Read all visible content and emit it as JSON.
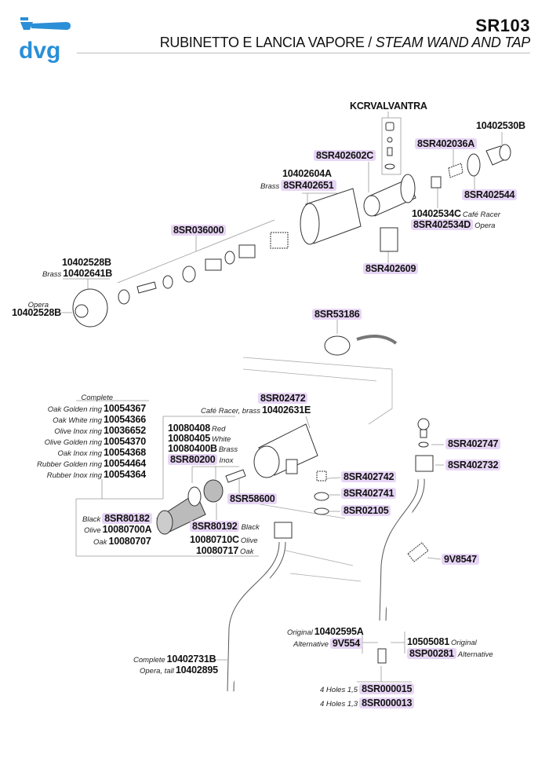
{
  "header": {
    "logo_text": "dvg",
    "model": "SR103",
    "title_it": "RUBINETTO E LANCIA VAPORE",
    "separator": " / ",
    "title_en": "STEAM WAND AND TAP"
  },
  "colors": {
    "logo": "#2a8fd6",
    "highlight": "#e7d5f5"
  },
  "labels": [
    {
      "code": "KCRVALVANTRA"
    },
    {
      "code": "10402530B"
    },
    {
      "code": "8SR402036A",
      "hl": true
    },
    {
      "code": "8SR402602C",
      "hl": true
    },
    {
      "code": "10402604A"
    },
    {
      "pre": "Brass",
      "code": "8SR402651",
      "hl": true
    },
    {
      "code": "8SR402544",
      "hl": true
    },
    {
      "code": "10402534C",
      "post": "Café Racer"
    },
    {
      "code": "8SR402534D",
      "post": "Opera",
      "hl": true
    },
    {
      "code": "8SR036000",
      "hl": true
    },
    {
      "code": "10402528B"
    },
    {
      "pre": "Brass",
      "code": "10402641B"
    },
    {
      "code": "8SR402609",
      "hl": true
    },
    {
      "pre": "Opera"
    },
    {
      "code": "10402528B"
    },
    {
      "code": "8SR53186",
      "hl": true
    },
    {
      "pre": "Complete"
    },
    {
      "pre": "Oak Golden ring",
      "code": "10054367"
    },
    {
      "pre": "Oak White ring",
      "code": "10054366"
    },
    {
      "pre": "Olive Inox ring",
      "code": "10036652"
    },
    {
      "pre": "Olive Golden ring",
      "code": "10054370"
    },
    {
      "pre": "Oak Inox ring",
      "code": "10054368"
    },
    {
      "pre": "Rubber Golden ring",
      "code": "10054464"
    },
    {
      "pre": "Rubber Inox ring",
      "code": "10054364"
    },
    {
      "code": "8SR02472",
      "hl": true
    },
    {
      "pre": "Café Racer, brass",
      "code": "10402631E"
    },
    {
      "code": "10080408",
      "post": "Red"
    },
    {
      "code": "10080405",
      "post": "White"
    },
    {
      "code": "10080400B",
      "post": "Brass"
    },
    {
      "code": "8SR80200",
      "post": "Inox",
      "hl": true
    },
    {
      "code": "8SR402747",
      "hl": true
    },
    {
      "code": "8SR402732",
      "hl": true
    },
    {
      "code": "8SR402742",
      "hl": true
    },
    {
      "code": "8SR58600",
      "hl": true
    },
    {
      "code": "8SR402741",
      "hl": true
    },
    {
      "code": "8SR02105",
      "hl": true
    },
    {
      "pre": "Black",
      "code": "8SR80182",
      "hl": true
    },
    {
      "pre": "Olive",
      "code": "10080700A"
    },
    {
      "pre": "Oak",
      "code": "10080707"
    },
    {
      "code": "8SR80192",
      "post": "Black",
      "hl": true
    },
    {
      "code": "10080710C",
      "post": "Olive"
    },
    {
      "code": "10080717",
      "post": "Oak"
    },
    {
      "code": "9V8547",
      "hl": true
    },
    {
      "pre": "Original",
      "code": "10402595A"
    },
    {
      "pre": "Alternative",
      "code": "9V554",
      "hl": true
    },
    {
      "code": "10505081",
      "post": "Original"
    },
    {
      "code": "8SP00281",
      "post": "Alternative",
      "hl": true
    },
    {
      "pre": "Complete",
      "code": "10402731B"
    },
    {
      "pre": "Opera, tall",
      "code": "10402895"
    },
    {
      "pre": "4 Holes 1,5",
      "code": "8SR000015",
      "hl": true
    },
    {
      "pre": "4 Holes 1,3",
      "code": "8SR000013",
      "hl": true
    }
  ]
}
